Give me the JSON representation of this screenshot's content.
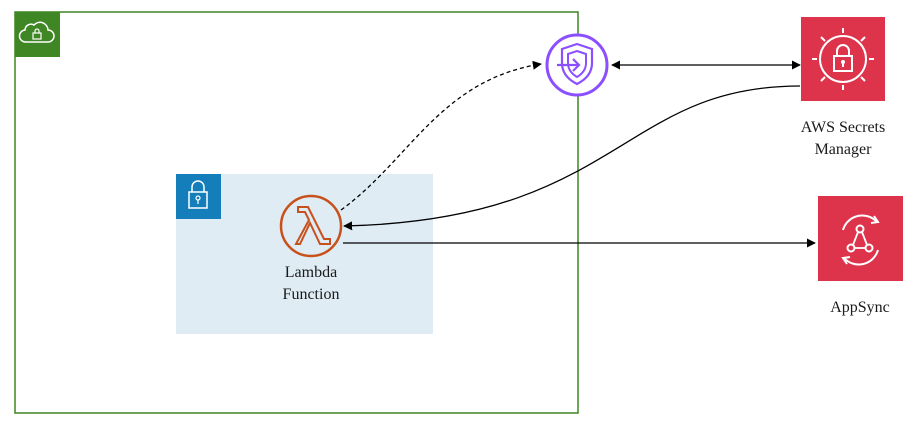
{
  "diagram": {
    "nodes": {
      "lambda": {
        "icon": "lambda-icon",
        "label_line1": "Lambda",
        "label_line2": "Function"
      },
      "secrets_manager": {
        "icon": "secrets-manager-icon",
        "label_line1": "AWS Secrets",
        "label_line2": "Manager"
      },
      "appsync": {
        "icon": "appsync-icon",
        "label": "AppSync"
      },
      "vpc_endpoint": {
        "icon": "vpc-endpoint-shield-icon"
      }
    },
    "groups": {
      "vpc": {
        "icon": "cloud-lock-icon"
      },
      "private_subnet": {
        "icon": "padlock-icon"
      }
    },
    "edges": [
      {
        "from": "lambda",
        "to": "vpc_endpoint",
        "style": "dashed"
      },
      {
        "from": "vpc_endpoint",
        "to": "secrets_manager",
        "style": "solid",
        "bidirectional": true
      },
      {
        "from": "secrets_manager",
        "to": "lambda",
        "style": "solid"
      },
      {
        "from": "lambda",
        "to": "appsync",
        "style": "solid"
      }
    ],
    "colors": {
      "vpc_border": "#3f8624",
      "subnet_fill": "#dfecf4",
      "subnet_icon_bg": "#147eba",
      "lambda_orange": "#c8511b",
      "security_red": "#dd344c",
      "endpoint_purple": "#8c4fff"
    }
  }
}
